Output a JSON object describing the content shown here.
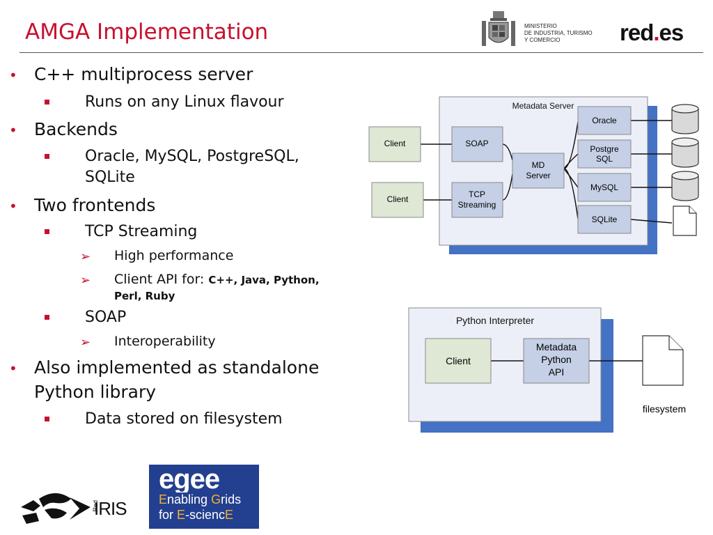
{
  "header": {
    "title": "AMGA Implementation",
    "ministry": [
      "MINISTERIO",
      "DE INDUSTRIA, TURISMO",
      "Y COMERCIO"
    ],
    "redes_logo": {
      "a": "red",
      "dot": ".",
      "b": "es"
    }
  },
  "bullets": {
    "b1": "C++ multiprocess server",
    "b1_1": "Runs on any Linux flavour",
    "b2": "Backends",
    "b2_1_line1": "Oracle, MySQL, PostgreSQL,",
    "b2_1_line2": "SQLite",
    "b3": "Two frontends",
    "b3_1": "TCP Streaming",
    "b3_1_1": "High performance",
    "b3_1_2_prefix": "Client API for: ",
    "b3_1_2_bold1": "C++, Java, Python,",
    "b3_1_2_bold2": "Perl, Ruby",
    "b3_2": "SOAP",
    "b3_2_1": "Interoperability",
    "b4_line1": "Also implemented as standalone",
    "b4_line2": "Python library",
    "b4_1": "Data stored on filesystem"
  },
  "diagram1": {
    "title": "Metadata Server",
    "client_top": "Client",
    "client_bottom": "Client",
    "soap": "SOAP",
    "tcp_l1": "TCP",
    "tcp_l2": "Streaming",
    "md_l1": "MD",
    "md_l2": "Server",
    "oracle": "Oracle",
    "postgre_l1": "Postgre",
    "postgre_l2": "SQL",
    "mysql": "MySQL",
    "sqlite": "SQLite"
  },
  "diagram2": {
    "title": "Python Interpreter",
    "client": "Client",
    "api_l1": "Metadata",
    "api_l2": "Python",
    "api_l3": "API",
    "filesystem": "filesystem"
  },
  "logos": {
    "rediris_red": "Red",
    "rediris": "IRIS",
    "egee_word": "egee",
    "egee_line1": {
      "E": "E",
      "nabling": "nabling ",
      "G": "G",
      "rids": "rids"
    },
    "egee_line2": {
      "pre": "for ",
      "E": "E",
      "mid": "-scienc",
      "E2": "E"
    }
  },
  "colors": {
    "accent": "#c8102e",
    "box_blue": "#c5d0e6",
    "client_green": "#dfe8d5",
    "shadow_blue": "#4472c4"
  }
}
